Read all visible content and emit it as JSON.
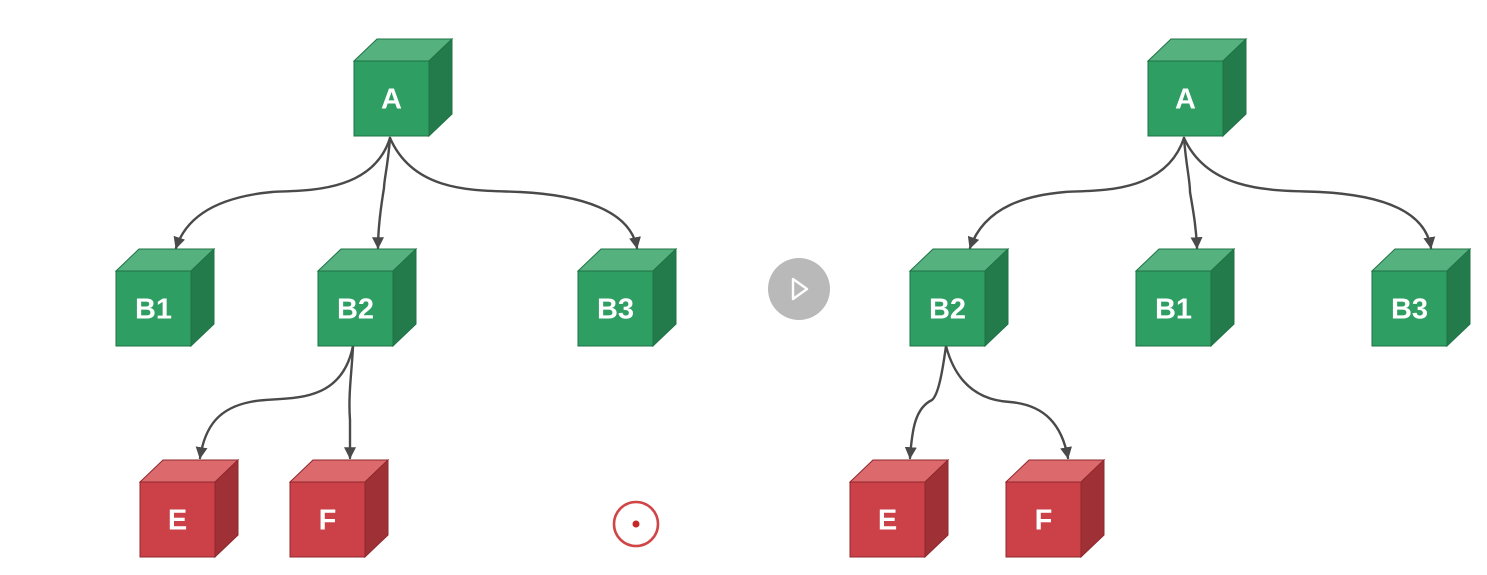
{
  "colors": {
    "green_front": "#2e9e63",
    "green_top": "#55b27f",
    "green_side": "#237b4c",
    "green_outline": "#1f7344",
    "red_front": "#cb4147",
    "red_top": "#dc6a6d",
    "red_side": "#9f3136",
    "red_outline": "#8f282d",
    "edge": "#4a4a4a",
    "play_button": "#b9b9b9",
    "cursor": "#d04545"
  },
  "left_tree": {
    "nodes": [
      {
        "id": "L-A",
        "label": "A",
        "color": "green"
      },
      {
        "id": "L-B1",
        "label": "B1",
        "color": "green"
      },
      {
        "id": "L-B2",
        "label": "B2",
        "color": "green"
      },
      {
        "id": "L-B3",
        "label": "B3",
        "color": "green"
      },
      {
        "id": "L-E",
        "label": "E",
        "color": "red"
      },
      {
        "id": "L-F",
        "label": "F",
        "color": "red"
      }
    ],
    "edges": [
      {
        "from": "A",
        "to": "B1"
      },
      {
        "from": "A",
        "to": "B2"
      },
      {
        "from": "A",
        "to": "B3"
      },
      {
        "from": "B2",
        "to": "E"
      },
      {
        "from": "B2",
        "to": "F"
      }
    ]
  },
  "right_tree": {
    "nodes": [
      {
        "id": "R-A",
        "label": "A",
        "color": "green"
      },
      {
        "id": "R-B2",
        "label": "B2",
        "color": "green"
      },
      {
        "id": "R-B1",
        "label": "B1",
        "color": "green"
      },
      {
        "id": "R-B3",
        "label": "B3",
        "color": "green"
      },
      {
        "id": "R-E",
        "label": "E",
        "color": "red"
      },
      {
        "id": "R-F",
        "label": "F",
        "color": "red"
      }
    ],
    "edges": [
      {
        "from": "A",
        "to": "B2"
      },
      {
        "from": "A",
        "to": "B1"
      },
      {
        "from": "A",
        "to": "B3"
      },
      {
        "from": "B2",
        "to": "E"
      },
      {
        "from": "B2",
        "to": "F"
      }
    ]
  },
  "play_button": {
    "icon": "play-icon"
  },
  "cursor": {
    "icon": "cursor-indicator-icon"
  }
}
